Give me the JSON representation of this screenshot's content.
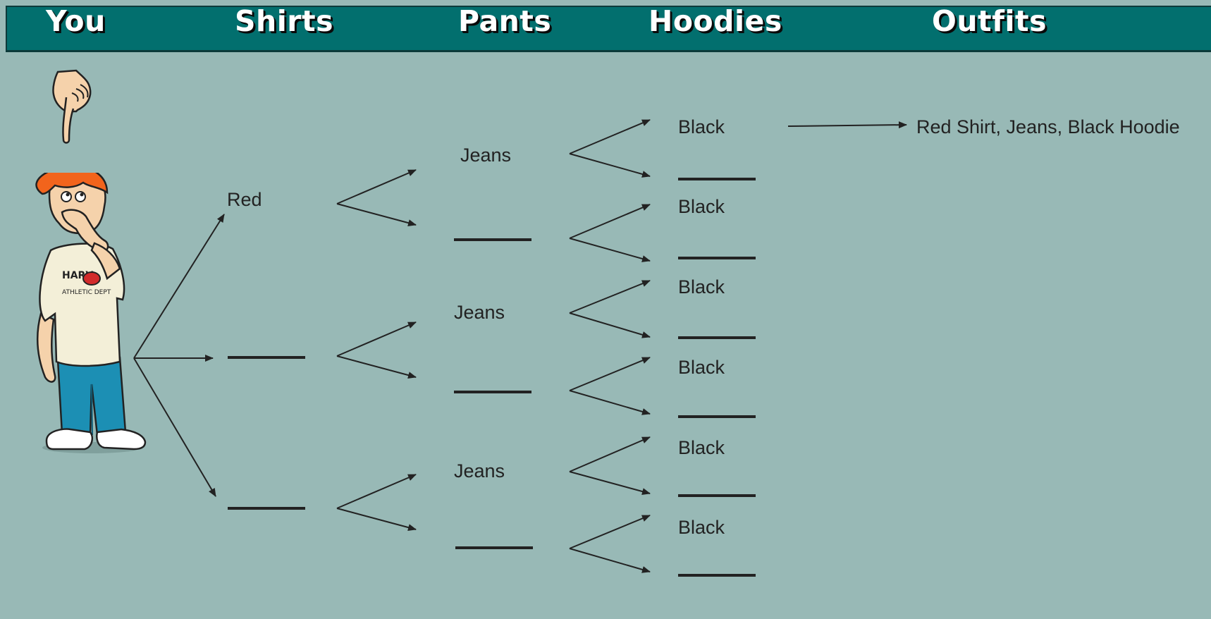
{
  "headers": {
    "you": "You",
    "shirts": "Shirts",
    "pants": "Pants",
    "hoodies": "Hoodies",
    "outfits": "Outfits"
  },
  "shirts": [
    "Red",
    "",
    ""
  ],
  "pants": [
    "Jeans",
    "",
    "Jeans",
    "",
    "Jeans",
    ""
  ],
  "hoodies": [
    "Black",
    "",
    "Black",
    "",
    "Black",
    "",
    "Black",
    "",
    "Black",
    "",
    "Black",
    ""
  ],
  "outfits": [
    "Red Shirt, Jeans, Black Hoodie"
  ],
  "shirt_graphic": {
    "text_top": "HARV",
    "text_bottom": "ATHLETIC DEPT"
  },
  "colors": {
    "background": "#98b9b6",
    "header": "#026f6e",
    "hair": "#f2641c",
    "shirt": "#f3efd8",
    "jeans": "#1c8fb4",
    "skin": "#f5d2ab"
  }
}
